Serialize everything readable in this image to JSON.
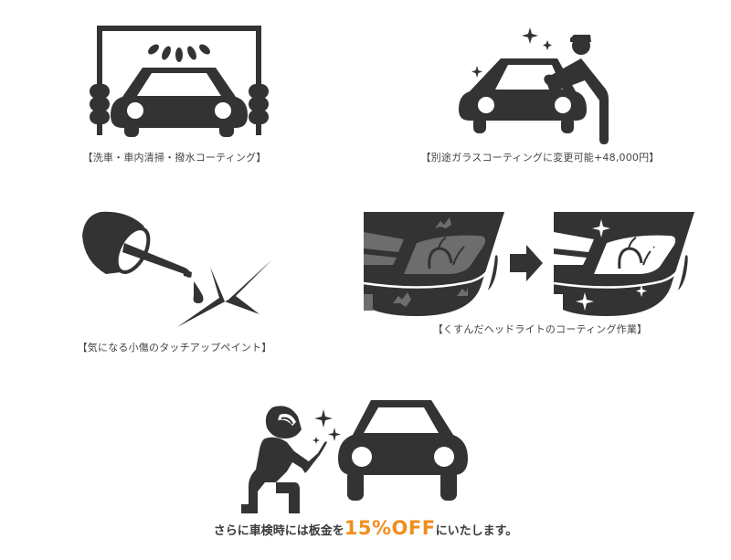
{
  "colors": {
    "icon": "#333333",
    "text": "#3a3a3a",
    "accent": "#f18d1f",
    "dull_lens": "#6d6d6d",
    "background": "#ffffff"
  },
  "services": [
    {
      "id": "car-wash",
      "icon": "car-wash-icon",
      "caption": "【洗車・車内清掃・撥水コーティング】"
    },
    {
      "id": "glass-coating",
      "icon": "glass-coating-icon",
      "caption": "【別途ガラスコーティングに変更可能+48,000円】"
    },
    {
      "id": "touch-up-paint",
      "icon": "touch-up-paint-icon",
      "caption": "【気になる小傷のタッチアップペイント】"
    },
    {
      "id": "headlight-coating",
      "icon": "headlight-before-after-icon",
      "caption": "【くすんだヘッドライトのコーティング作業】"
    }
  ],
  "promo": {
    "icon": "sheet-metal-welding-icon",
    "prefix": "さらに車検時には板金を",
    "highlight": "15%OFF",
    "suffix": "にいたします。"
  }
}
